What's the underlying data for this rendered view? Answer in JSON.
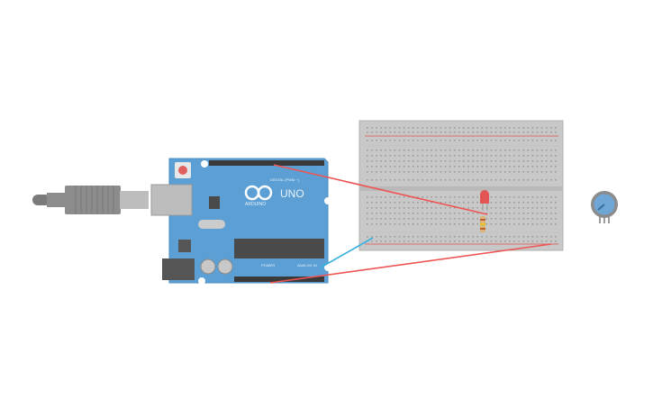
{
  "workspace": {
    "background_color": "#ffffff"
  },
  "arduino": {
    "board_label": "UNO",
    "brand_label": "ARDUINO",
    "digital_header_label": "DIGITAL (PWM ~)",
    "power_header_label": "POWER",
    "analog_header_label": "ANALOG IN",
    "board_color": "#5b9fd4",
    "board_edge_color": "#4a8bc2"
  },
  "usb_cable": {
    "color": "#8c8c8c"
  },
  "breadboard": {
    "body_color": "#c8c8c8",
    "rail_red_color": "#e05050",
    "rail_blue_color": "#4a7fc0"
  },
  "led": {
    "color": "#e25555"
  },
  "resistor": {
    "band_colors": [
      "#c06030",
      "#f0c020",
      "#c06030"
    ]
  },
  "potentiometer": {
    "color": "#6ea6d6"
  },
  "wires": [
    {
      "name": "wire-digital-to-led",
      "color": "#ee5555"
    },
    {
      "name": "wire-5v-to-rail",
      "color": "#ee5555"
    },
    {
      "name": "wire-gnd-to-rail",
      "color": "#3ab0e0"
    }
  ]
}
